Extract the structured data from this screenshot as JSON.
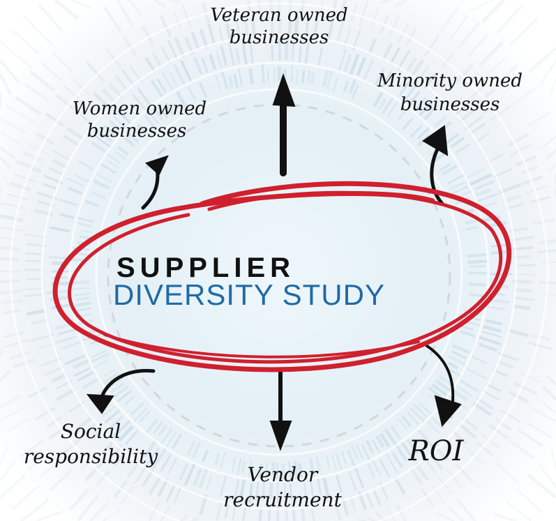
{
  "title": {
    "line1": "SUPPLIER",
    "line2": "DIVERSITY STUDY"
  },
  "colors": {
    "ellipse": "#d0202e",
    "title_line2": "#1f6aa5",
    "arrows": "#111111",
    "background_center": "#eaf4f9"
  },
  "top_nodes": [
    {
      "id": "women",
      "lines": [
        "Women owned",
        "businesses"
      ],
      "arrow": "curved-up-left"
    },
    {
      "id": "veteran",
      "lines": [
        "Veteran owned",
        "businesses"
      ],
      "arrow": "straight-up"
    },
    {
      "id": "minority",
      "lines": [
        "Minority owned",
        "businesses"
      ],
      "arrow": "curved-up-right"
    }
  ],
  "bottom_nodes": [
    {
      "id": "social",
      "lines": [
        "Social",
        "responsibility"
      ],
      "arrow": "curved-down-left"
    },
    {
      "id": "vendor",
      "lines": [
        "Vendor",
        "recruitment"
      ],
      "arrow": "straight-down"
    },
    {
      "id": "roi",
      "lines": [
        "ROI"
      ],
      "arrow": "curved-down-right"
    }
  ]
}
